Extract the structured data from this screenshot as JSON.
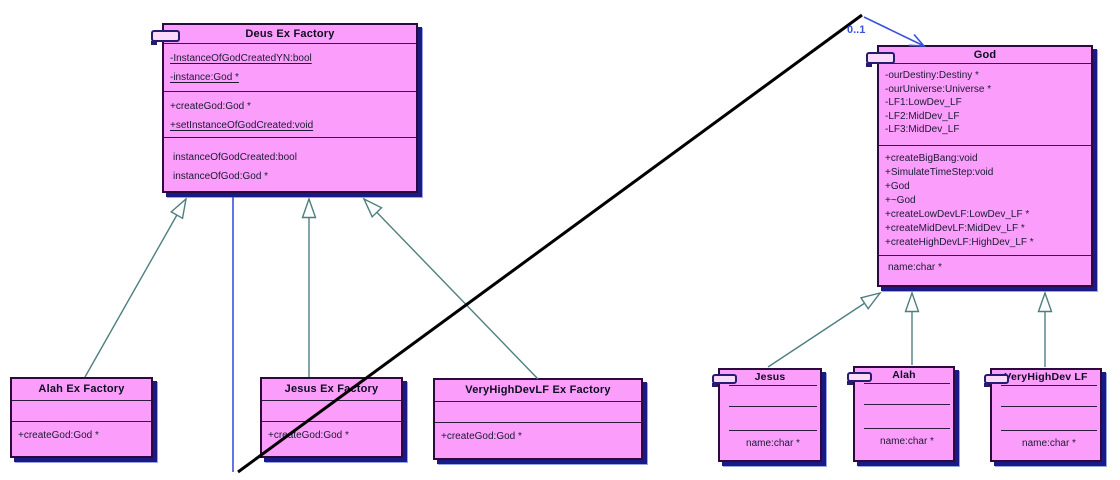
{
  "classes": {
    "deus": {
      "title": "Deus Ex Factory",
      "attributes": [
        "-InstanceOfGodCreatedYN:bool",
        "-instance:God *"
      ],
      "methods": [
        "+createGod:God *",
        "+setInstanceOfGodCreated:void"
      ],
      "properties": [
        "instanceOfGodCreated:bool",
        "instanceOfGod:God *"
      ]
    },
    "god": {
      "title": "God",
      "attributes": [
        "-ourDestiny:Destiny *",
        "-ourUniverse:Universe *",
        "-LF1:LowDev_LF",
        "-LF2:MidDev_LF",
        "-LF3:MidDev_LF"
      ],
      "methods": [
        "+createBigBang:void",
        "+SimulateTimeStep:void",
        "+God",
        "+~God",
        "+createLowDevLF:LowDev_LF *",
        "+createMidDevLF:MidDev_LF *",
        "+createHighDevLF:HighDev_LF *"
      ],
      "properties": [
        "name:char *"
      ]
    },
    "alah_factory": {
      "title": "Alah Ex Factory",
      "methods": [
        "+createGod:God *"
      ]
    },
    "jesus_factory": {
      "title": "Jesus Ex Factory",
      "methods": [
        "+createGod:God *"
      ]
    },
    "vhd_factory": {
      "title": "VeryHighDevLF Ex Factory",
      "methods": [
        "+createGod:God *"
      ]
    },
    "jesus": {
      "title": "Jesus",
      "properties": [
        "name:char *"
      ]
    },
    "alah": {
      "title": "Alah",
      "properties": [
        "name:char *"
      ]
    },
    "vhd_lf": {
      "title": "VeryHighDev LF",
      "properties": [
        "name:char *"
      ]
    }
  },
  "edges": {
    "multiplicity_label": "0..1"
  },
  "colors": {
    "class_fill": "#fb9dfa",
    "class_border": "#2d0a3d",
    "shadow": "#1a1a87",
    "generalization": "#4e7f7f",
    "association_blue": "#3a52dd",
    "association_black": "#000000",
    "text": "#1a1a33"
  }
}
